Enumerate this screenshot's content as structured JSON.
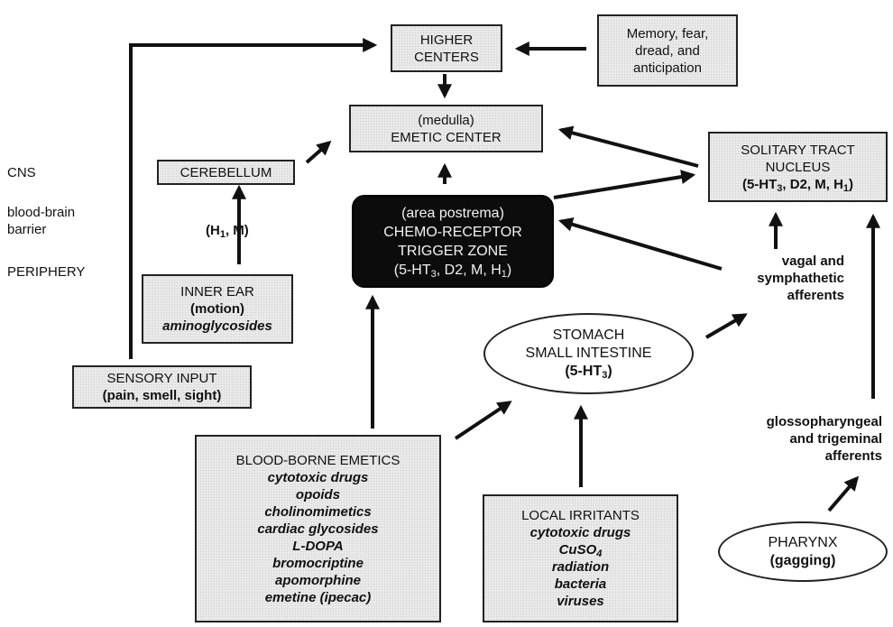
{
  "regions": {
    "cns": "CNS",
    "barrier_line1": "blood-brain",
    "barrier_line2": "barrier",
    "periphery": "PERIPHERY"
  },
  "higher_centers": {
    "line1": "HIGHER",
    "line2": "CENTERS"
  },
  "memory": {
    "line1": "Memory, fear,",
    "line2": "dread, and",
    "line3": "anticipation"
  },
  "emetic_center": {
    "line1": "(medulla)",
    "line2": "EMETIC CENTER"
  },
  "cerebellum": {
    "label": "CEREBELLUM"
  },
  "inner_ear_receptors": {
    "open": "(H",
    "sub": "1",
    "close": ", M)"
  },
  "ctz": {
    "line1": "(area postrema)",
    "line2": "CHEMO-RECEPTOR",
    "line3": "TRIGGER ZONE",
    "receptors": {
      "a": "(5-HT",
      "a_sub": "3",
      "b": ", D2, M, H",
      "b_sub": "1",
      "c": ")"
    }
  },
  "solitary_tract": {
    "line1": "SOLITARY TRACT",
    "line2": "NUCLEUS",
    "receptors": {
      "a": "(5-HT",
      "a_sub": "3",
      "b": ", D2, M, H",
      "b_sub": "1",
      "c": ")"
    }
  },
  "inner_ear": {
    "line1": "INNER EAR",
    "line2": "(motion)",
    "line3": "aminoglycosides"
  },
  "sensory_input": {
    "line1": "SENSORY INPUT",
    "line2": "(pain, smell, sight)"
  },
  "vagal": {
    "line1": "vagal and",
    "line2": "symphathetic",
    "line3": "afferents"
  },
  "stomach": {
    "line1": "STOMACH",
    "line2": "SMALL INTESTINE",
    "rec_a": "(5-HT",
    "rec_sub": "3",
    "rec_b": ")"
  },
  "glosso": {
    "line1": "glossopharyngeal",
    "line2": "and trigeminal",
    "line3": "afferents"
  },
  "blood_borne": {
    "title": "BLOOD-BORNE EMETICS",
    "items": [
      "cytotoxic drugs",
      "opoids",
      "cholinomimetics",
      "cardiac glycosides",
      "L-DOPA",
      "bromocriptine",
      "apomorphine",
      "emetine (ipecac)"
    ]
  },
  "local_irritants": {
    "title": "LOCAL IRRITANTS",
    "item0": "cytotoxic drugs",
    "cuso_a": "CuSO",
    "cuso_sub": "4",
    "items": [
      "radiation",
      "bacteria",
      "viruses"
    ]
  },
  "pharynx": {
    "line1": "PHARYNX",
    "line2": "(gagging)"
  }
}
